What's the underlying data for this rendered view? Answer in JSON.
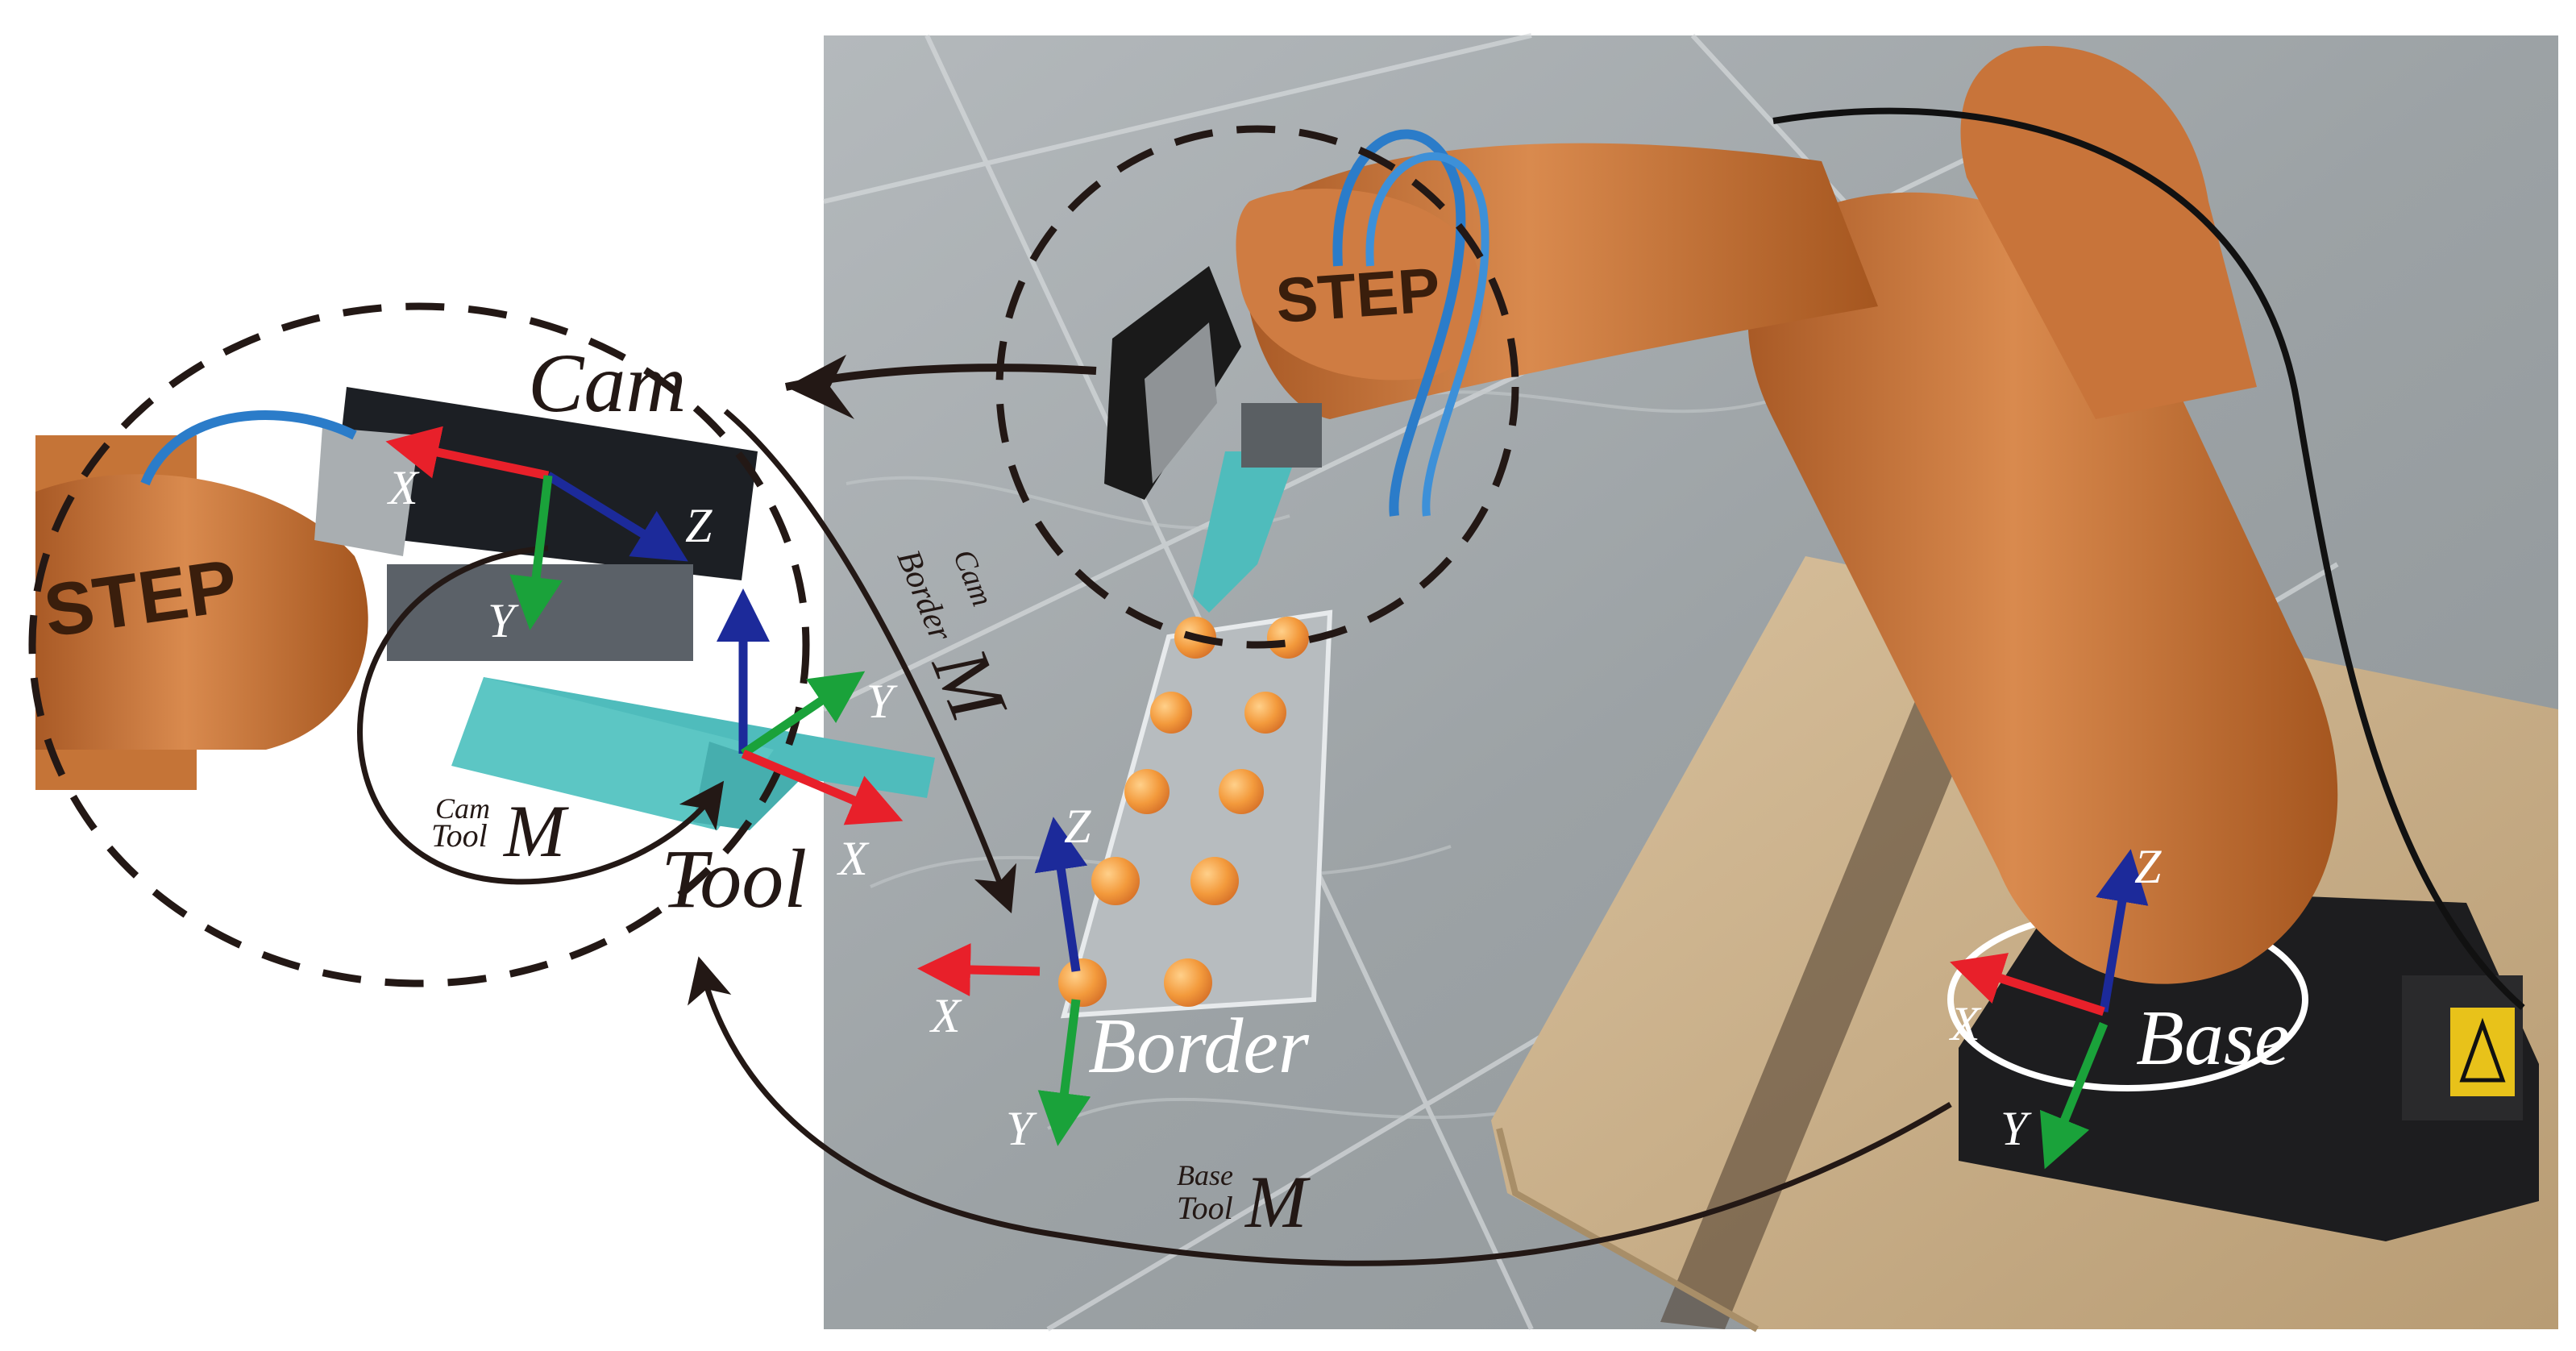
{
  "brand_text": "STEP",
  "frames": {
    "cam": {
      "name": "Cam",
      "x": "X",
      "y": "Y",
      "z": "Z"
    },
    "tool": {
      "name": "Tool",
      "x": "X",
      "y": "Y",
      "z": "Z"
    },
    "border": {
      "name": "Border",
      "x": "X",
      "y": "Y",
      "z": "Z"
    },
    "base": {
      "name": "Base",
      "x": "X",
      "y": "Y",
      "z": "Z"
    }
  },
  "transforms": {
    "cam_border": {
      "main": "M",
      "sup": "Cam",
      "sub": "Border"
    },
    "cam_tool": {
      "main": "M",
      "sup": "Cam",
      "sub": "Tool"
    },
    "base_tool": {
      "main": "M",
      "sup": "Base",
      "sub": "Tool"
    }
  },
  "colors": {
    "x_axis": "#e8202a",
    "y_axis": "#1aa23a",
    "z_axis": "#1c2a9a",
    "robot_orange": "#c8743a",
    "gripper_teal": "#4fbcbc",
    "ball_orange": "#f39a3c",
    "floor": "#9aa0a3",
    "box": "#c9ad86",
    "arrow": "#231815"
  }
}
